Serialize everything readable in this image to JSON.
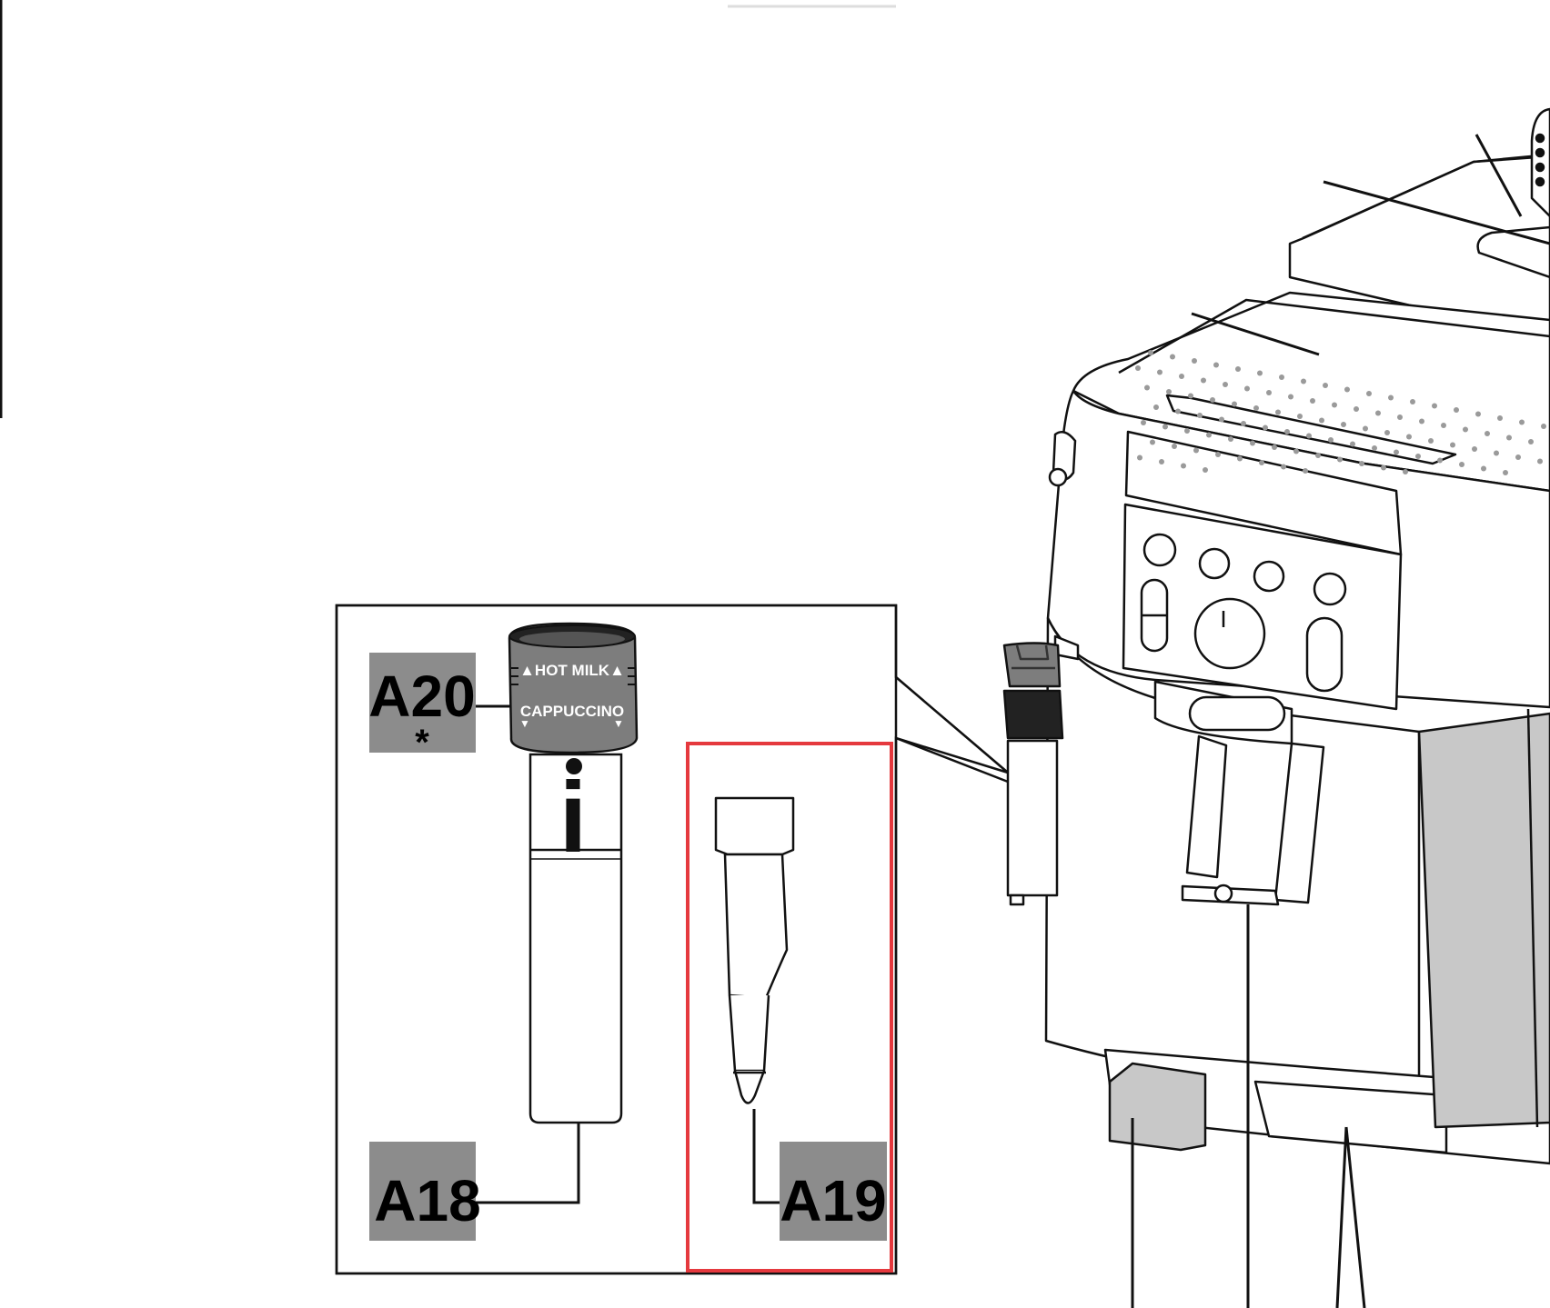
{
  "callouts": {
    "a20": {
      "code": "A20",
      "mark": "*"
    },
    "a18": {
      "code": "A18"
    },
    "a19": {
      "code": "A19"
    }
  },
  "dial": {
    "upper_text": "▲HOT MILK▲",
    "lower_text": "CAPPUCCINO",
    "lower_arrows": "▼"
  },
  "tube_logo": "i",
  "colors": {
    "label_bg": "#8c8c8c",
    "dial_body": "#7d7d7d",
    "highlight": "#e5393e",
    "line": "#111111",
    "panel_grey": "#c8c8c8"
  }
}
